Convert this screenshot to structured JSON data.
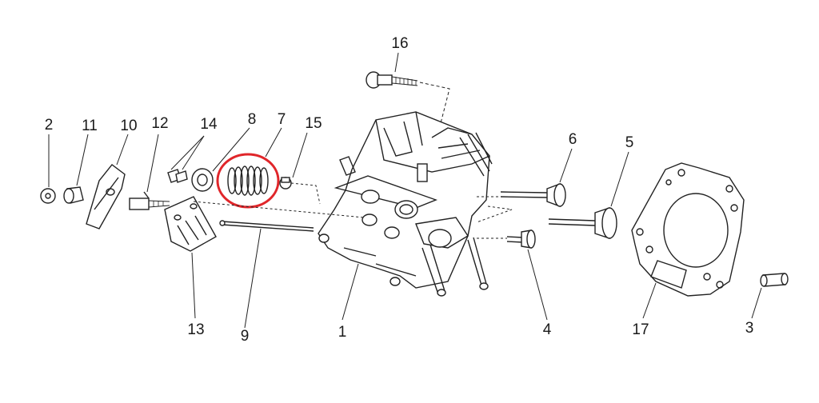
{
  "labels": {
    "p1": "1",
    "p2": "2",
    "p3": "3",
    "p4": "4",
    "p5": "5",
    "p6": "6",
    "p7": "7",
    "p8": "8",
    "p9": "9",
    "p10": "10",
    "p11": "11",
    "p12": "12",
    "p13": "13",
    "p14": "14",
    "p15": "15",
    "p16": "16",
    "p17": "17"
  },
  "highlight": {
    "color": "#e0262a",
    "part": "7"
  }
}
